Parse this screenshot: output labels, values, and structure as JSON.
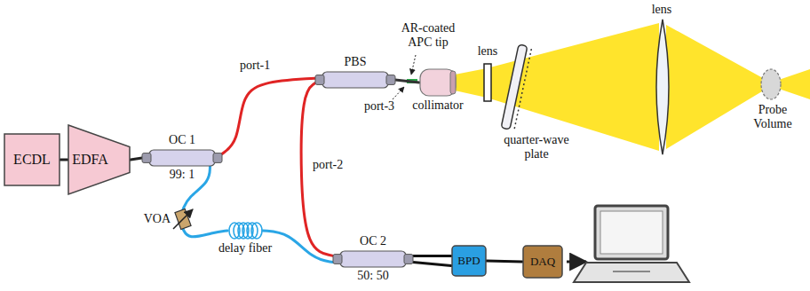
{
  "diagram": {
    "nodes": [
      {
        "text": [
          "ECDL"
        ]
      },
      {
        "text": [
          "EDFA"
        ]
      },
      {
        "text": [
          "OC 1",
          "99: 1"
        ]
      },
      {
        "text": [
          "PBS"
        ]
      },
      {
        "text": [
          "collimator"
        ]
      },
      {
        "text": [
          "VOA"
        ]
      },
      {
        "text": [
          "delay fiber"
        ]
      },
      {
        "text": [
          "OC 2",
          "50: 50"
        ]
      },
      {
        "text": [
          "BPD"
        ]
      },
      {
        "text": [
          "DAQ"
        ]
      }
    ],
    "edges": [
      {
        "from": 0,
        "to": 1,
        "arrow": "none"
      },
      {
        "from": 1,
        "to": 2,
        "arrow": "none"
      },
      {
        "from": 2,
        "to": 3,
        "label": "port-1",
        "arrow": "none"
      },
      {
        "from": 2,
        "to": 5,
        "arrow": "none"
      },
      {
        "from": 5,
        "to": 6,
        "arrow": "none"
      },
      {
        "from": 6,
        "to": 7,
        "arrow": "none"
      },
      {
        "from": 3,
        "to": 7,
        "label": "port-2",
        "arrow": "none"
      },
      {
        "from": 3,
        "to": 4,
        "arrow": "none"
      },
      {
        "from": 7,
        "to": 8,
        "arrow": "none"
      },
      {
        "from": 7,
        "to": 8,
        "arrow": "none"
      },
      {
        "from": 8,
        "to": 9,
        "arrow": "none"
      }
    ],
    "labels": [
      "AR-coated APC tip",
      "port-3",
      "lens",
      "quarter-wave plate",
      "lens",
      "Probe Volume"
    ]
  }
}
